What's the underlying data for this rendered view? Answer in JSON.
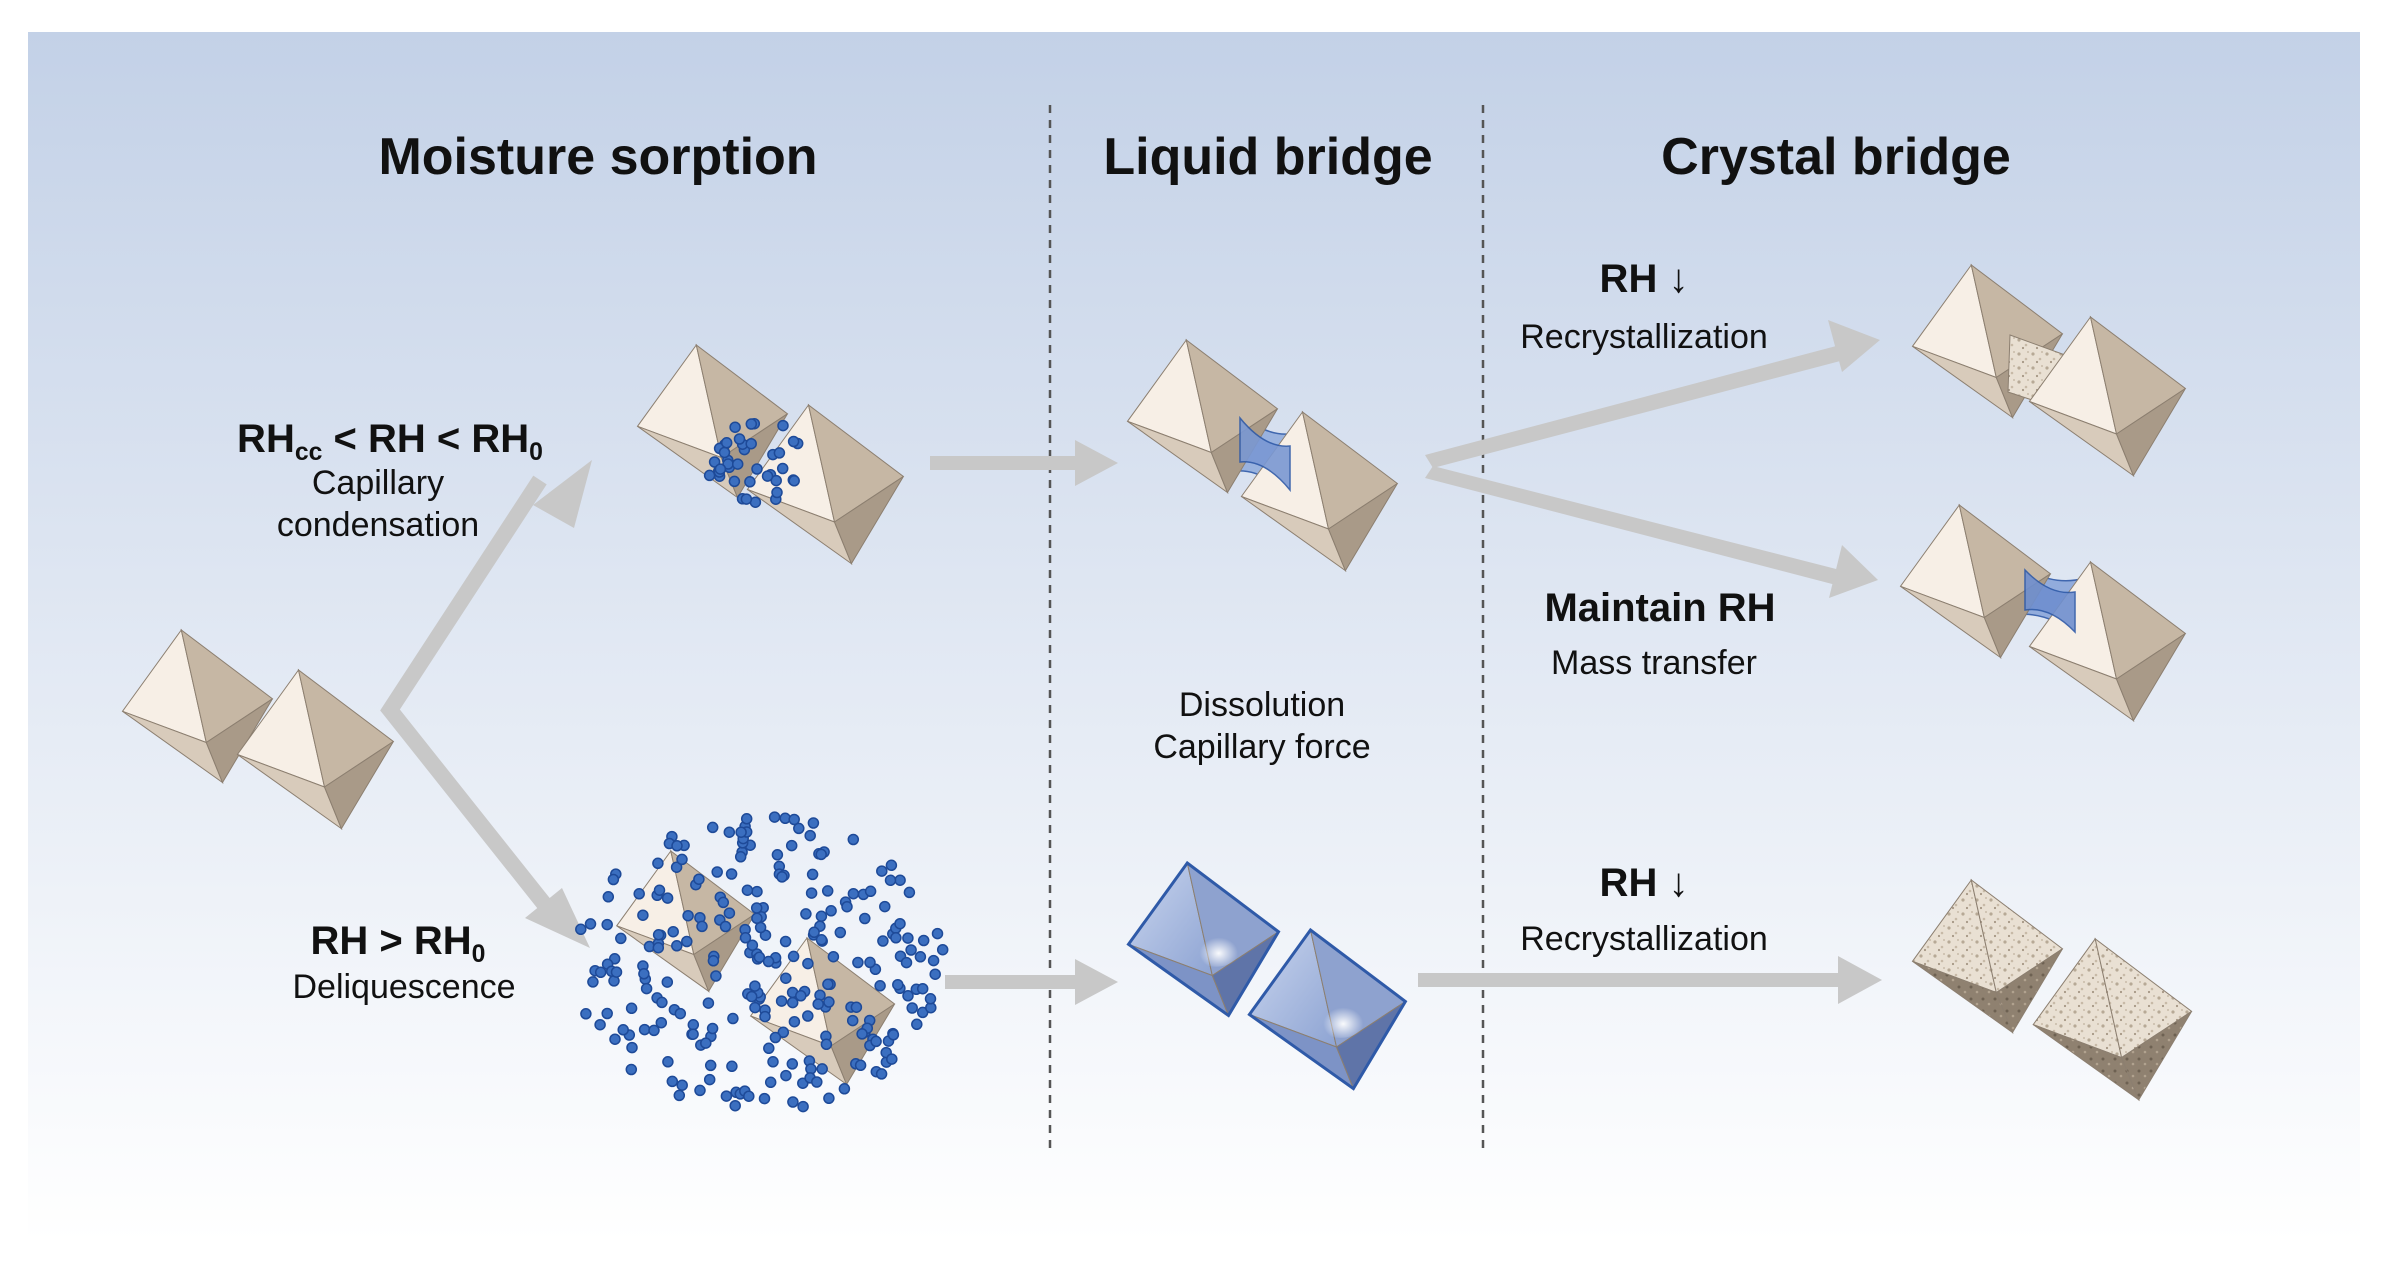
{
  "headers": {
    "moisture": "Moisture sorption",
    "liquid": "Liquid bridge",
    "crystal": "Crystal bridge"
  },
  "cond_upper": {
    "rh": "RH",
    "cc": "cc",
    "lt1": " < RH < RH",
    "zero": "0",
    "line1": "Capillary",
    "line2": "condensation"
  },
  "cond_lower": {
    "rh": "RH > RH",
    "zero": "0",
    "line1": "Deliquescence"
  },
  "liquid_note": {
    "line1": "Dissolution",
    "line2": "Capillary force"
  },
  "crystal_top": {
    "rh": "RH ↓",
    "line1": "Recrystallization"
  },
  "crystal_mid": {
    "rh": "Maintain RH",
    "line1": "Mass transfer"
  },
  "crystal_bottom": {
    "rh": "RH ↓",
    "line1": "Recrystallization"
  },
  "colors": {
    "panel_top": "#c3d1e7",
    "panel_bottom": "#ffffff",
    "crystal_light": "#f7efe6",
    "crystal_mid": "#d8cbbb",
    "crystal_dark": "#a99a88",
    "water": "#3b6fc0",
    "liquid": "#9fb2da",
    "arrow": "#c8c8c8"
  }
}
